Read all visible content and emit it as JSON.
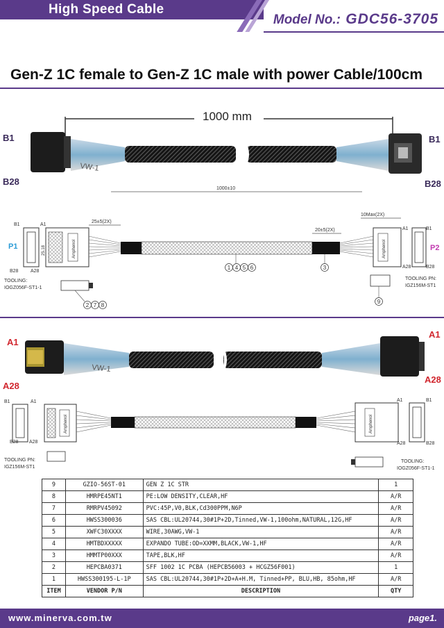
{
  "header": {
    "title": "High Speed Cable",
    "model_label": "Model No.:",
    "model_number": "GDC56-3705"
  },
  "title": "Gen-Z 1C female to Gen-Z 1C male with power Cable/100cm",
  "top_photo": {
    "dimension": "1000 mm",
    "left_top": "B1",
    "left_bottom": "B28",
    "right_top": "B1",
    "right_bottom": "B28"
  },
  "drawing1": {
    "total_length": "1000±10",
    "left_break": "25±5(2X)",
    "right_break": "20±5(2X)",
    "right_max": "10Max(2X)",
    "left_port": "P1",
    "right_port": "P2",
    "pin_a1": "A1",
    "pin_b1": "B1",
    "pin_a28": "A28",
    "pin_b28": "B28",
    "tooling_left_label": "TOOLING:",
    "tooling_left_pn": "IOGZ056F-ST1-1",
    "tooling_right_label": "TOOLING PN:",
    "tooling_right_pn": "IGZ156M-ST1",
    "balloons_mid": [
      "1",
      "4",
      "5",
      "6"
    ],
    "balloon_right": "3",
    "balloons_left": [
      "2",
      "7",
      "8"
    ],
    "balloon_right_tool": "9",
    "dim_side": "25.18",
    "brand": "Amphenol"
  },
  "bottom_photo": {
    "left_top": "A1",
    "left_bottom": "A28",
    "right_top": "A1",
    "right_bottom": "A28"
  },
  "drawing2": {
    "tooling_left_label": "TOOLING PN:",
    "tooling_left_pn": "IGZ156M-ST1",
    "tooling_right_label": "TOOLING:",
    "tooling_right_pn": "IOGZ056F-ST1-1",
    "pin_a1": "A1",
    "pin_b1": "B1",
    "pin_a28": "A28",
    "pin_b28": "B28",
    "brand": "Amphenol"
  },
  "photo_marking": "VW-1",
  "bom": {
    "rows": [
      {
        "item": "9",
        "vendor": "GZIO-56ST-01",
        "desc": "GEN Z 1C STR",
        "qty": "1"
      },
      {
        "item": "8",
        "vendor": "HMRPE45NT1",
        "desc": "PE:LOW DENSITY,CLEAR,HF",
        "qty": "A/R"
      },
      {
        "item": "7",
        "vendor": "RMRPV45092",
        "desc": "PVC:45P,V0,BLK,Cd300PPM,N6P",
        "qty": "A/R"
      },
      {
        "item": "6",
        "vendor": "HWSS300036",
        "desc": "SAS CBL:UL20744,30#1P+2D,Tinned,VW-1,100ohm,NATURAL,12G,HF",
        "qty": "A/R"
      },
      {
        "item": "5",
        "vendor": "XWFC30XXXX",
        "desc": "WIRE,30AWG,VW-1",
        "qty": "A/R"
      },
      {
        "item": "4",
        "vendor": "HMTBDXXXXX",
        "desc": "EXPANDO TUBE:OD=XXMM,BLACK,VW-1,HF",
        "qty": "A/R"
      },
      {
        "item": "3",
        "vendor": "HMMTP00XXX",
        "desc": "TAPE,BLK,HF",
        "qty": "A/R"
      },
      {
        "item": "2",
        "vendor": "HEPCBA0371",
        "desc": "SFF 1002 1C PCBA (HEPCB56003 + HCGZ56F001)",
        "qty": "1"
      },
      {
        "item": "1",
        "vendor": "HWSS300195-L-1P",
        "desc": "SAS CBL:UL20744,30#1P+2D+A+H.M, Tinned+PP, BLU,HB, 85ohm,HF",
        "qty": "A/R"
      }
    ],
    "head": {
      "item": "ITEM",
      "vendor": "VENDOR P/N",
      "desc": "DESCRIPTION",
      "qty": "QTY"
    }
  },
  "footer": {
    "url": "www.minerva.com.tw",
    "page": "page1."
  }
}
